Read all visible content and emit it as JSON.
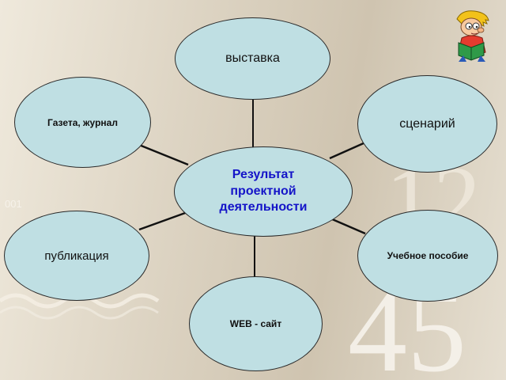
{
  "diagram": {
    "center": "Результат проектной деятельности",
    "nodes": {
      "top": "выставка",
      "top_left": "Газета, журнал",
      "top_right": "сценарий",
      "bottom_left": "публикация",
      "bottom_right": "Учебное пособие",
      "bottom": "WEB - сайт"
    }
  },
  "background": {
    "number_small": "001",
    "digits_top": "12",
    "digits_bottom": "45"
  },
  "colors": {
    "node_fill": "#bfdfe3",
    "node_border": "#2a2a2a",
    "center_text": "#1414c8",
    "connector": "#111111"
  },
  "icons": [
    "reading-boy-mascot-icon"
  ]
}
